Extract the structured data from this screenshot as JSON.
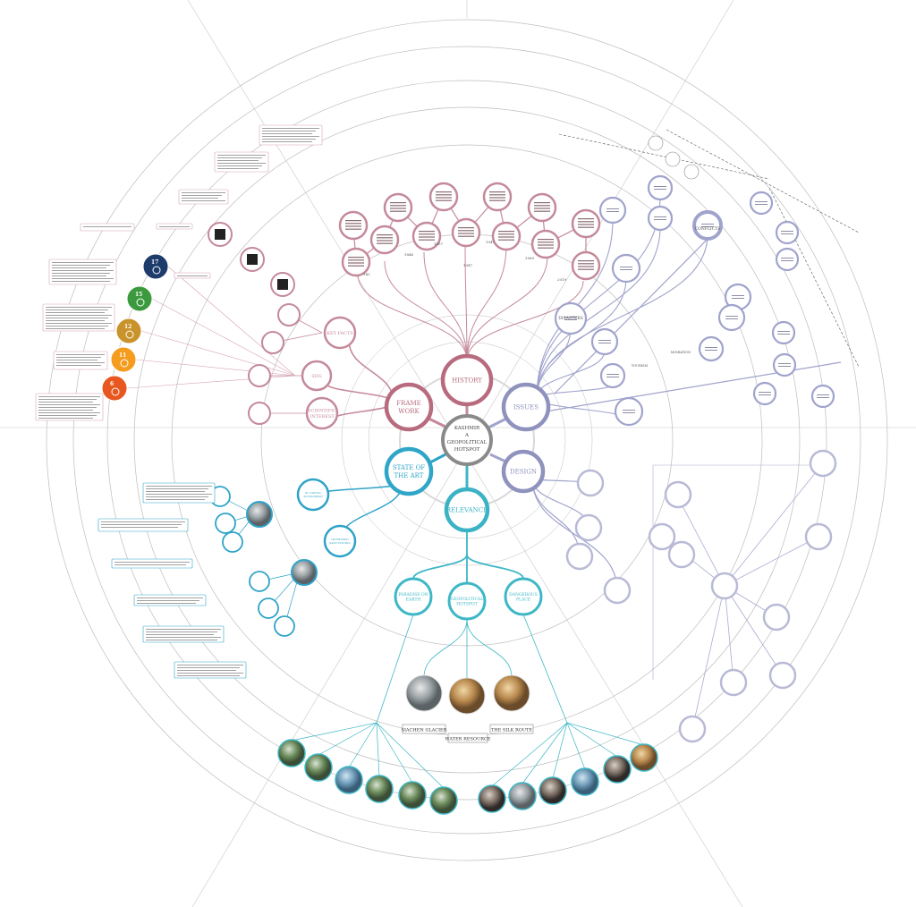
{
  "center": {
    "lines": [
      "KASHMIR",
      "A",
      "GEOPOLITICAL",
      "HOTSPOT"
    ]
  },
  "main_nodes": [
    {
      "id": "history",
      "lines": [
        "HISTORY"
      ],
      "color": "#b86b7f"
    },
    {
      "id": "framework",
      "lines": [
        "FRAME",
        "WORK"
      ],
      "color": "#b86b7f"
    },
    {
      "id": "issues",
      "lines": [
        "ISSUES"
      ],
      "color": "#8f92bd"
    },
    {
      "id": "design",
      "lines": [
        "DESIGN"
      ],
      "color": "#8f92bd"
    },
    {
      "id": "stateart",
      "lines": [
        "STATE OF",
        "THE ART"
      ],
      "color": "#2fa6c8"
    },
    {
      "id": "relevance",
      "lines": [
        "RELEVANCE"
      ],
      "color": "#3bb3c4"
    }
  ],
  "framework_branches": [
    {
      "id": "keyfacts",
      "lines": [
        "KEY FACTS"
      ]
    },
    {
      "id": "sdg",
      "lines": [
        "SDG"
      ]
    },
    {
      "id": "sci",
      "lines": [
        "SCIENTIFIC",
        "INTEREST"
      ]
    }
  ],
  "relevance_branches": [
    {
      "id": "paradise",
      "lines": [
        "PARADISE ON",
        "EARTH"
      ]
    },
    {
      "id": "geo",
      "lines": [
        "GEOPOLITICAL",
        "HOTSPOT"
      ]
    },
    {
      "id": "danger",
      "lines": [
        "DANGEROUS",
        "PLACE"
      ]
    }
  ],
  "relevance_labels": [
    "SIACHEN GLACIER",
    "WATER RESOURCE",
    "THE SILK ROUTE"
  ],
  "timeline_years": [
    "14C",
    "1846",
    "1857",
    "1947",
    "1947",
    "1989",
    "2019"
  ],
  "issues_labels": {
    "conflicts": "CONFLICTS",
    "disasters": "DISASTERS",
    "history": [
      "HISTORY &",
      "CULTURE",
      "ERASED"
    ],
    "tourism": "TOURISM",
    "migration": "MIGRATION",
    "hazard": [
      "HAZARD",
      "MITIGATION"
    ]
  },
  "sdg_goals": [
    {
      "num": "17",
      "color": "#1d3b6b"
    },
    {
      "num": "15",
      "color": "#3c9a3e"
    },
    {
      "num": "12",
      "color": "#c9932b"
    },
    {
      "num": "11",
      "color": "#f59c1e"
    },
    {
      "num": "6",
      "color": "#e8571f"
    }
  ],
  "colors": {
    "history": "#c4899a",
    "issues": "#a0a3cc",
    "art": "#2ea3c7",
    "relevance": "#3eb7c6",
    "ring": "#9b9b9b"
  }
}
